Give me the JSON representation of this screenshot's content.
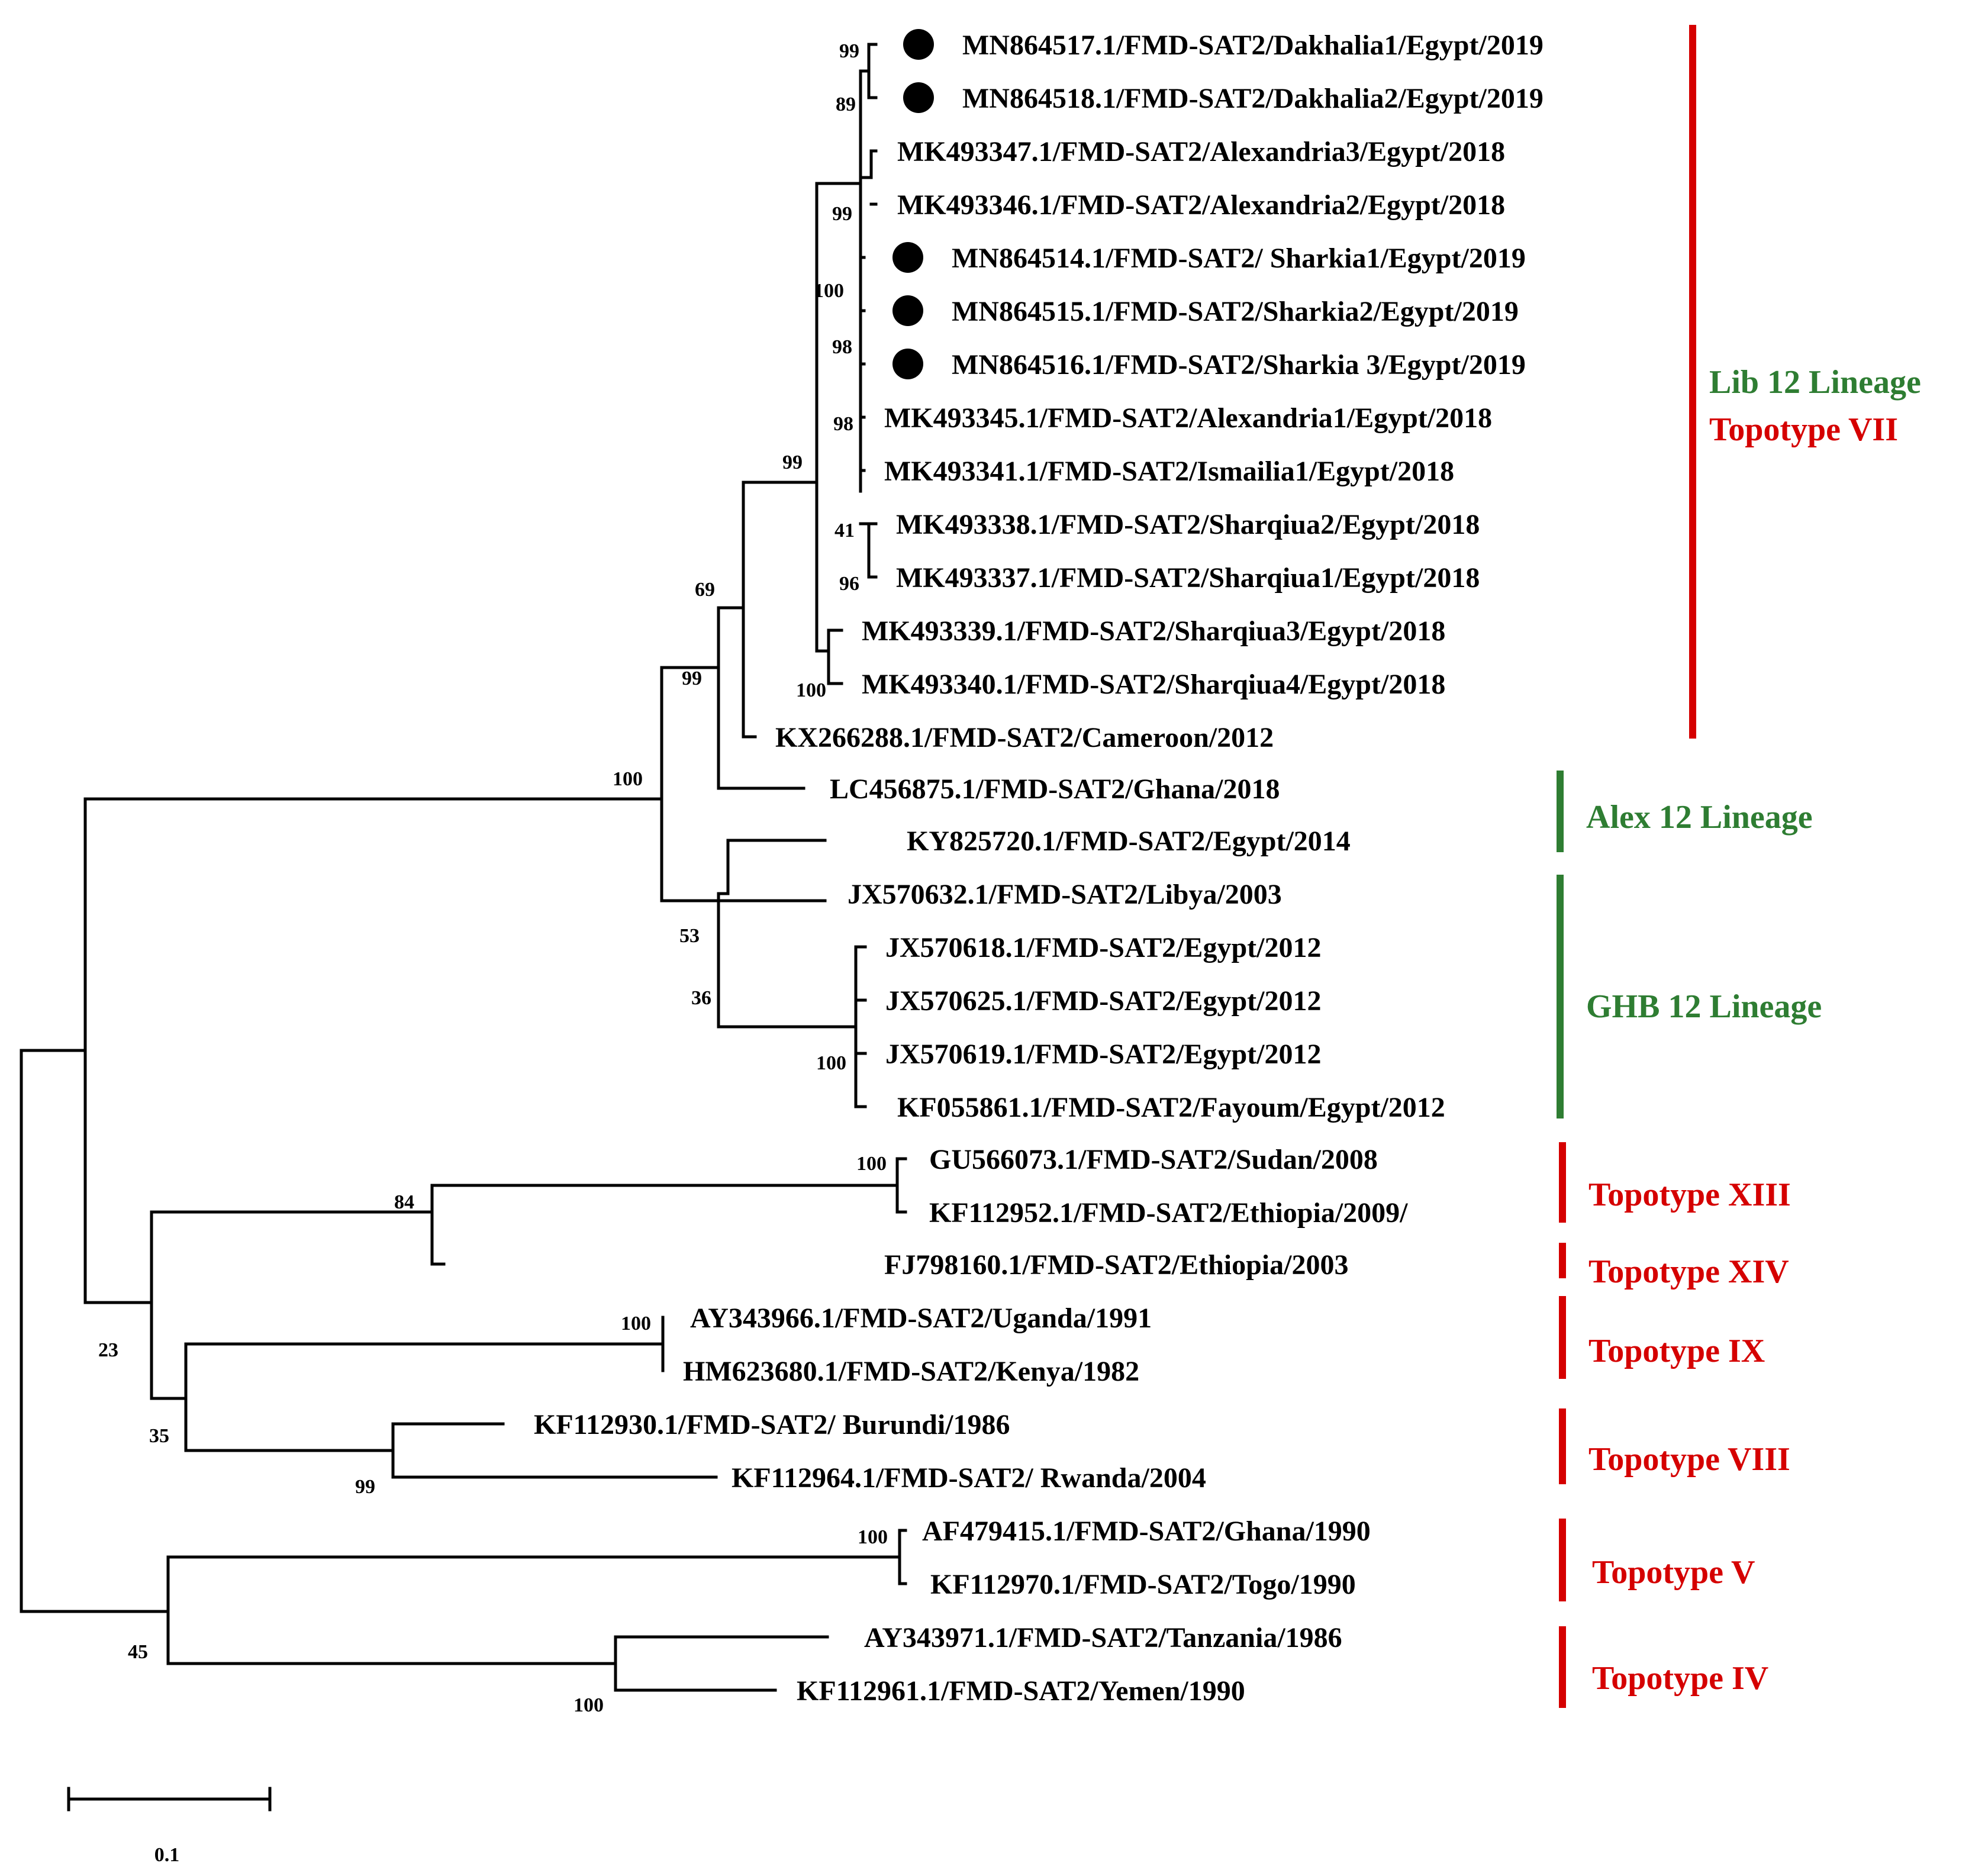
{
  "tree": {
    "taxa": [
      {
        "id": "t1",
        "label": "MN864517.1/FMD-SAT2/Dakhalia1/Egypt/2019",
        "marked": true
      },
      {
        "id": "t2",
        "label": "MN864518.1/FMD-SAT2/Dakhalia2/Egypt/2019",
        "marked": true
      },
      {
        "id": "t3",
        "label": "MK493347.1/FMD-SAT2/Alexandria3/Egypt/2018",
        "marked": false
      },
      {
        "id": "t4",
        "label": "MK493346.1/FMD-SAT2/Alexandria2/Egypt/2018",
        "marked": false
      },
      {
        "id": "t5",
        "label": "MN864514.1/FMD-SAT2/ Sharkia1/Egypt/2019",
        "marked": true
      },
      {
        "id": "t6",
        "label": "MN864515.1/FMD-SAT2/Sharkia2/Egypt/2019",
        "marked": true
      },
      {
        "id": "t7",
        "label": "MN864516.1/FMD-SAT2/Sharkia 3/Egypt/2019",
        "marked": true
      },
      {
        "id": "t8",
        "label": "MK493345.1/FMD-SAT2/Alexandria1/Egypt/2018",
        "marked": false
      },
      {
        "id": "t9",
        "label": "MK493341.1/FMD-SAT2/Ismailia1/Egypt/2018",
        "marked": false
      },
      {
        "id": "t10",
        "label": "MK493338.1/FMD-SAT2/Sharqiua2/Egypt/2018",
        "marked": false
      },
      {
        "id": "t11",
        "label": "MK493337.1/FMD-SAT2/Sharqiua1/Egypt/2018",
        "marked": false
      },
      {
        "id": "t12",
        "label": "MK493339.1/FMD-SAT2/Sharqiua3/Egypt/2018",
        "marked": false
      },
      {
        "id": "t13",
        "label": "MK493340.1/FMD-SAT2/Sharqiua4/Egypt/2018",
        "marked": false
      },
      {
        "id": "t14",
        "label": "KX266288.1/FMD-SAT2/Cameroon/2012",
        "marked": false
      },
      {
        "id": "t15",
        "label": "LC456875.1/FMD-SAT2/Ghana/2018",
        "marked": false
      },
      {
        "id": "t16",
        "label": "KY825720.1/FMD-SAT2/Egypt/2014",
        "marked": false
      },
      {
        "id": "t17",
        "label": "JX570632.1/FMD-SAT2/Libya/2003",
        "marked": false
      },
      {
        "id": "t18",
        "label": "JX570618.1/FMD-SAT2/Egypt/2012",
        "marked": false
      },
      {
        "id": "t19",
        "label": "JX570625.1/FMD-SAT2/Egypt/2012",
        "marked": false
      },
      {
        "id": "t20",
        "label": "JX570619.1/FMD-SAT2/Egypt/2012",
        "marked": false
      },
      {
        "id": "t21",
        "label": "KF055861.1/FMD-SAT2/Fayoum/Egypt/2012",
        "marked": false
      },
      {
        "id": "t22",
        "label": "GU566073.1/FMD-SAT2/Sudan/2008",
        "marked": false
      },
      {
        "id": "t23",
        "label": "KF112952.1/FMD-SAT2/Ethiopia/2009/",
        "marked": false
      },
      {
        "id": "t24",
        "label": "FJ798160.1/FMD-SAT2/Ethiopia/2003",
        "marked": false
      },
      {
        "id": "t25",
        "label": "AY343966.1/FMD-SAT2/Uganda/1991",
        "marked": false
      },
      {
        "id": "t26",
        "label": "HM623680.1/FMD-SAT2/Kenya/1982",
        "marked": false
      },
      {
        "id": "t27",
        "label": "KF112930.1/FMD-SAT2/ Burundi/1986",
        "marked": false
      },
      {
        "id": "t28",
        "label": "KF112964.1/FMD-SAT2/ Rwanda/2004",
        "marked": false
      },
      {
        "id": "t29",
        "label": "AF479415.1/FMD-SAT2/Ghana/1990",
        "marked": false
      },
      {
        "id": "t30",
        "label": "KF112970.1/FMD-SAT2/Togo/1990",
        "marked": false
      },
      {
        "id": "t31",
        "label": "AY343971.1/FMD-SAT2/Tanzania/1986",
        "marked": false
      },
      {
        "id": "t32",
        "label": "KF112961.1/FMD-SAT2/Yemen/1990",
        "marked": false
      }
    ],
    "bootstrap": [
      "99",
      "89",
      "99",
      "100",
      "98",
      "98",
      "99",
      "41",
      "96",
      "69",
      "100",
      "99",
      "100",
      "53",
      "36",
      "100",
      "100",
      "84",
      "100",
      "23",
      "35",
      "99",
      "100",
      "45",
      "100"
    ],
    "groups": [
      {
        "lines": [
          {
            "text": "Lib 12 Lineage",
            "color": "#2e7d32"
          },
          {
            "text": "Topotype VII",
            "color": "#d50000"
          }
        ],
        "bar_color": "#d50000"
      },
      {
        "lines": [
          {
            "text": "Alex 12 Lineage",
            "color": "#2e7d32"
          }
        ],
        "bar_color": "#2e7d32"
      },
      {
        "lines": [
          {
            "text": "GHB 12 Lineage",
            "color": "#2e7d32"
          }
        ],
        "bar_color": "#2e7d32"
      },
      {
        "lines": [
          {
            "text": "Topotype XIII",
            "color": "#d50000"
          }
        ],
        "bar_color": "#d50000"
      },
      {
        "lines": [
          {
            "text": "Topotype XIV",
            "color": "#d50000"
          }
        ],
        "bar_color": "#d50000"
      },
      {
        "lines": [
          {
            "text": "Topotype IX",
            "color": "#d50000"
          }
        ],
        "bar_color": "#d50000"
      },
      {
        "lines": [
          {
            "text": "Topotype VIII",
            "color": "#d50000"
          }
        ],
        "bar_color": "#d50000"
      },
      {
        "lines": [
          {
            "text": "Topotype V",
            "color": "#d50000"
          }
        ],
        "bar_color": "#d50000"
      },
      {
        "lines": [
          {
            "text": "Topotype IV",
            "color": "#d50000"
          }
        ],
        "bar_color": "#d50000"
      }
    ],
    "scale_bar": {
      "label": "0.1"
    }
  }
}
